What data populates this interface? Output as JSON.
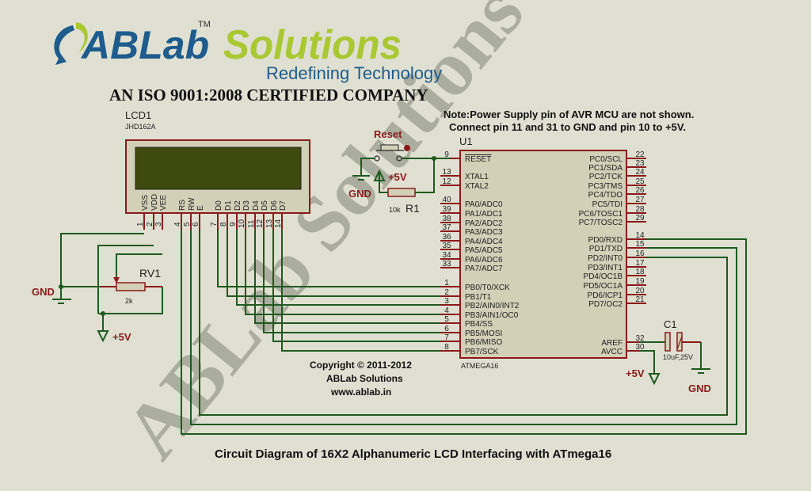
{
  "header": {
    "logo_part1": "ABLab",
    "logo_tm": "TM",
    "logo_part2": "Solutions",
    "tagline": "Redefining Technology",
    "certification": "AN ISO 9001:2008 CERTIFIED COMPANY",
    "colors": {
      "green": "#a9c832",
      "blue": "#1d5c8c"
    }
  },
  "watermark": "ABLab Solutions",
  "note": {
    "line1": "Note:Power Supply pin of AVR MCU are not shown.",
    "line2": "Connect pin 11 and 31 to GND and pin 10 to +5V."
  },
  "lcd": {
    "ref": "LCD1",
    "model": "JHD162A",
    "pins": [
      {
        "num": "1",
        "name": "VSS"
      },
      {
        "num": "2",
        "name": "VDD"
      },
      {
        "num": "3",
        "name": "VEE"
      },
      {
        "num": "4",
        "name": "RS"
      },
      {
        "num": "5",
        "name": "RW"
      },
      {
        "num": "6",
        "name": "E"
      },
      {
        "num": "7",
        "name": "D0"
      },
      {
        "num": "8",
        "name": "D1"
      },
      {
        "num": "9",
        "name": "D2"
      },
      {
        "num": "10",
        "name": "D3"
      },
      {
        "num": "11",
        "name": "D4"
      },
      {
        "num": "12",
        "name": "D5"
      },
      {
        "num": "13",
        "name": "D6"
      },
      {
        "num": "14",
        "name": "D7"
      }
    ],
    "screen_color": "#3f4a0e"
  },
  "mcu": {
    "ref": "U1",
    "model": "ATMEGA16",
    "left_pins": [
      {
        "num": "9",
        "name": "RESET"
      },
      {
        "num": "13",
        "name": "XTAL1"
      },
      {
        "num": "12",
        "name": "XTAL2"
      },
      {
        "num": "40",
        "name": "PA0/ADC0"
      },
      {
        "num": "39",
        "name": "PA1/ADC1"
      },
      {
        "num": "38",
        "name": "PA2/ADC2"
      },
      {
        "num": "37",
        "name": "PA3/ADC3"
      },
      {
        "num": "36",
        "name": "PA4/ADC4"
      },
      {
        "num": "35",
        "name": "PA5/ADC5"
      },
      {
        "num": "34",
        "name": "PA6/ADC6"
      },
      {
        "num": "33",
        "name": "PA7/ADC7"
      },
      {
        "num": "1",
        "name": "PB0/T0/XCK"
      },
      {
        "num": "2",
        "name": "PB1/T1"
      },
      {
        "num": "3",
        "name": "PB2/AIN0/INT2"
      },
      {
        "num": "4",
        "name": "PB3/AIN1/OC0"
      },
      {
        "num": "5",
        "name": "PB4/SS"
      },
      {
        "num": "6",
        "name": "PB5/MOSI"
      },
      {
        "num": "7",
        "name": "PB6/MISO"
      },
      {
        "num": "8",
        "name": "PB7/SCK"
      }
    ],
    "right_pins": [
      {
        "num": "22",
        "name": "PC0/SCL"
      },
      {
        "num": "23",
        "name": "PC1/SDA"
      },
      {
        "num": "24",
        "name": "PC2/TCK"
      },
      {
        "num": "25",
        "name": "PC3/TMS"
      },
      {
        "num": "26",
        "name": "PC4/TDO"
      },
      {
        "num": "27",
        "name": "PC5/TDI"
      },
      {
        "num": "28",
        "name": "PC6/TOSC1"
      },
      {
        "num": "29",
        "name": "PC7/TOSC2"
      },
      {
        "num": "14",
        "name": "PD0/RXD"
      },
      {
        "num": "15",
        "name": "PD1/TXD"
      },
      {
        "num": "16",
        "name": "PD2/INT0"
      },
      {
        "num": "17",
        "name": "PD3/INT1"
      },
      {
        "num": "18",
        "name": "PD4/OC1B"
      },
      {
        "num": "19",
        "name": "PD5/OC1A"
      },
      {
        "num": "20",
        "name": "PD6/ICP1"
      },
      {
        "num": "21",
        "name": "PD7/OC2"
      },
      {
        "num": "32",
        "name": "AREF"
      },
      {
        "num": "30",
        "name": "AVCC"
      }
    ]
  },
  "reset_circuit": {
    "switch_label": "Reset",
    "resistor_ref": "R1",
    "resistor_value": "10k",
    "gnd_label": "GND",
    "vcc_label": "+5V"
  },
  "pot": {
    "ref": "RV1",
    "value": "2k",
    "gnd_label": "GND",
    "vcc_label": "+5V"
  },
  "capacitor": {
    "ref": "C1",
    "value": "10uF,25V",
    "gnd_label": "GND",
    "vcc_label": "+5V"
  },
  "copyright": {
    "line1": "Copyright © 2011-2012",
    "line2": "ABLab Solutions",
    "line3": "www.ablab.in"
  },
  "caption": "Circuit Diagram of 16X2 Alphanumeric LCD Interfacing with ATmega16",
  "colors": {
    "background": "#dfe0d2",
    "wire": "#1f5a1f",
    "pin": "#8b1a1a",
    "component_fill": "#d3d0b8",
    "label_red": "#8b1a1a"
  }
}
